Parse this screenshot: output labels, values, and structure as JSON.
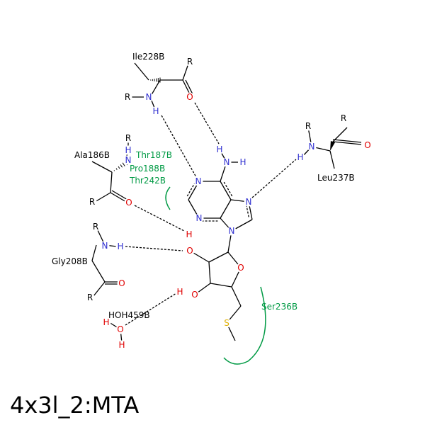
{
  "title": "4x3l_2:MTA",
  "colors": {
    "carbon_bond": "#000000",
    "nitrogen": "#3030d0",
    "oxygen": "#e00000",
    "sulfur": "#e0b000",
    "hydrophobic": "#009a44"
  },
  "atoms": [
    {
      "id": "N1",
      "text": "N",
      "element": "nitrogen"
    },
    {
      "id": "N3",
      "text": "N",
      "element": "nitrogen"
    },
    {
      "id": "N7",
      "text": "N",
      "element": "nitrogen"
    },
    {
      "id": "N9",
      "text": "N",
      "element": "nitrogen"
    },
    {
      "id": "N6",
      "text": "N",
      "element": "nitrogen"
    },
    {
      "id": "H61",
      "text": "H",
      "element": "nitrogen"
    },
    {
      "id": "H62",
      "text": "H",
      "element": "nitrogen"
    },
    {
      "id": "O4p",
      "text": "O",
      "element": "oxygen"
    },
    {
      "id": "O2p",
      "text": "O",
      "element": "oxygen"
    },
    {
      "id": "HO2",
      "text": "H",
      "element": "oxygen"
    },
    {
      "id": "O3p",
      "text": "O",
      "element": "oxygen"
    },
    {
      "id": "HO3",
      "text": "H",
      "element": "oxygen"
    },
    {
      "id": "S",
      "text": "S",
      "element": "sulfur"
    },
    {
      "id": "ile_N",
      "text": "N",
      "element": "nitrogen"
    },
    {
      "id": "ile_H",
      "text": "H",
      "element": "nitrogen"
    },
    {
      "id": "ile_O",
      "text": "O",
      "element": "oxygen"
    },
    {
      "id": "ile_R1",
      "text": "R",
      "element": "carbon_bond"
    },
    {
      "id": "ile_R2",
      "text": "R",
      "element": "carbon_bond"
    },
    {
      "id": "leu_N",
      "text": "N",
      "element": "nitrogen"
    },
    {
      "id": "leu_H",
      "text": "H",
      "element": "nitrogen"
    },
    {
      "id": "leu_O",
      "text": "O",
      "element": "oxygen"
    },
    {
      "id": "leu_R1",
      "text": "R",
      "element": "carbon_bond"
    },
    {
      "id": "leu_R2",
      "text": "R",
      "element": "carbon_bond"
    },
    {
      "id": "ala_N",
      "text": "N",
      "element": "nitrogen"
    },
    {
      "id": "ala_H",
      "text": "H",
      "element": "nitrogen"
    },
    {
      "id": "ala_O",
      "text": "O",
      "element": "oxygen"
    },
    {
      "id": "ala_R1",
      "text": "R",
      "element": "carbon_bond"
    },
    {
      "id": "ala_R2",
      "text": "R",
      "element": "carbon_bond"
    },
    {
      "id": "gly_N",
      "text": "N",
      "element": "nitrogen"
    },
    {
      "id": "gly_H",
      "text": "H",
      "element": "nitrogen"
    },
    {
      "id": "gly_O",
      "text": "O",
      "element": "oxygen"
    },
    {
      "id": "gly_R1",
      "text": "R",
      "element": "carbon_bond"
    },
    {
      "id": "gly_R2",
      "text": "R",
      "element": "carbon_bond"
    },
    {
      "id": "hoh_O",
      "text": "O",
      "element": "oxygen"
    },
    {
      "id": "hoh_H1",
      "text": "H",
      "element": "oxygen"
    },
    {
      "id": "hoh_H2",
      "text": "H",
      "element": "oxygen"
    }
  ],
  "residue_labels": [
    "Ile228B",
    "Leu237B",
    "Ala186B",
    "Gly208B",
    "HOH459B"
  ],
  "hydrophobic_labels": [
    "Thr187B",
    "Pro188B",
    "Thr242B",
    "Ser236B"
  ]
}
